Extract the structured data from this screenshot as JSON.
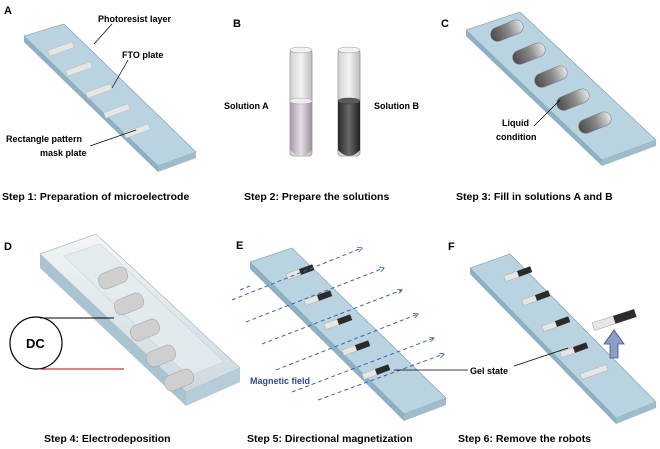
{
  "panels": [
    {
      "letter": "A",
      "step": "Step 1: Preparation of microelectrode",
      "labels": {
        "photoresist": "Photoresist layer",
        "fto": "FTO plate",
        "mask_line1": "Rectangle pattern",
        "mask_line2": "mask plate"
      }
    },
    {
      "letter": "B",
      "step": "Step 2: Prepare the solutions",
      "labels": {
        "solution_a": "Solution A",
        "solution_b": "Solution B"
      }
    },
    {
      "letter": "C",
      "step": "Step 3: Fill in solutions A and B",
      "labels": {
        "liquid_line1": "Liquid",
        "liquid_line2": "condition"
      }
    },
    {
      "letter": "D",
      "step": "Step 4: Electrodeposition",
      "labels": {
        "dc": "DC"
      }
    },
    {
      "letter": "E",
      "step": "Step 5: Directional magnetization",
      "labels": {
        "magnetic_field": "Magnetic field",
        "gel_state": "Gel state"
      }
    },
    {
      "letter": "F",
      "step": "Step 6: Remove the robots",
      "labels": {}
    }
  ],
  "colors": {
    "plate_top": "#b9d3e0",
    "plate_side": "#8eb0c2",
    "slot_light": "#e6e6e6",
    "slot_dark": "#2b2b2b",
    "field_arrow": "#3e63b0",
    "arrow_fill": "#8e9cc6",
    "dc_wire_red": "#c00000"
  }
}
